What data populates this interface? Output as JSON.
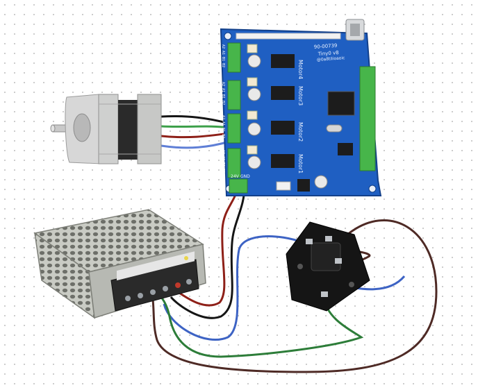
{
  "colors": {
    "background": "#ffffff",
    "board": "#1f5fc2",
    "terminal": "#47b54a",
    "psu": "#b7b9b3",
    "wire_black": "#151515",
    "wire_red": "#8e2018",
    "wire_green": "#2d7d39",
    "wire_blue": "#3d63c4",
    "wire_brown": "#4e2a25"
  },
  "board": {
    "id": "90-00739",
    "name": "Tiny0 v8",
    "site": "@0a8tilioaoic",
    "motors": [
      "Motor4",
      "Motor3",
      "Motor2",
      "Motor1"
    ],
    "left_pins": [
      "A2 A1 B1 B2",
      "A2 A1 B1 B2",
      "A2 A1 B1 B2",
      "A2 A1 B1 B2"
    ],
    "power_label": "24V",
    "gnd_label": "GND"
  },
  "icons": [
    "stepper-motor-icon",
    "power-supply-icon",
    "power-inlet-socket-icon",
    "usb-port-icon"
  ]
}
